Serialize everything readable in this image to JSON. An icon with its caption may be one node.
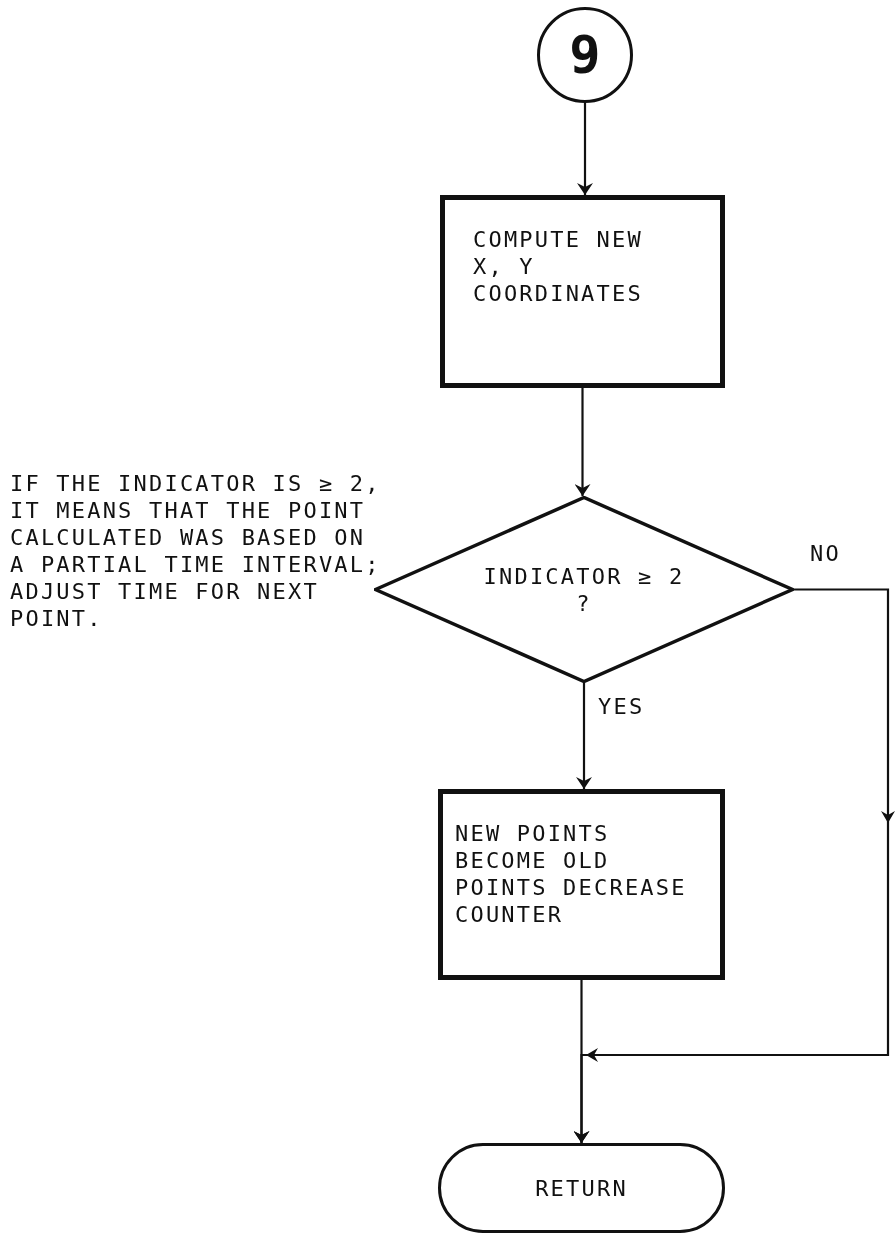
{
  "diagram": {
    "nodes": [
      {
        "text": [
          "9"
        ]
      },
      {
        "text": [
          "COMPUTE NEW X, Y COORDINATES"
        ]
      },
      {
        "text": [
          "INDICATOR ≥ 2 ?"
        ]
      },
      {
        "text": [
          "NEW POINTS BECOME OLD POINTS DECREASE COUNTER"
        ]
      },
      {
        "text": [
          "RETURN"
        ]
      }
    ],
    "edges": [
      {
        "from": 0,
        "to": 1,
        "arrow": "to"
      },
      {
        "from": 1,
        "to": 2,
        "arrow": "to"
      },
      {
        "from": 2,
        "to": 3,
        "arrow": "to",
        "label": "YES"
      },
      {
        "from": 2,
        "to": 4,
        "arrow": "to",
        "label": "NO"
      },
      {
        "from": 3,
        "to": 4,
        "arrow": "to"
      }
    ],
    "labels": [
      "IF THE INDICATOR IS ≥ 2, IT MEANS THAT THE POINT CALCULATED WAS BASED ON A PARTIAL TIME INTERVAL; ADJUST TIME FOR NEXT POINT."
    ]
  }
}
